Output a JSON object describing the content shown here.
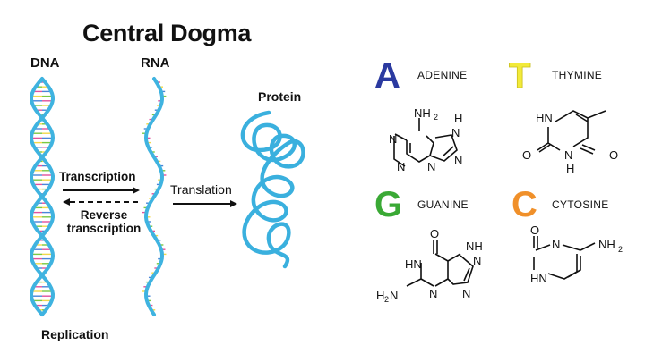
{
  "title": "Central Dogma",
  "labels": {
    "dna": "DNA",
    "rna": "RNA",
    "protein": "Protein",
    "replication": "Replication",
    "transcription": "Transcription",
    "reverse_line1": "Reverse",
    "reverse_line2": "transcription",
    "translation": "Translation"
  },
  "bases": [
    {
      "letter": "A",
      "name": "ADENINE",
      "color": "#2b3aa0"
    },
    {
      "letter": "T",
      "name": "THYMINE",
      "color": "#f2ea3a"
    },
    {
      "letter": "G",
      "name": "GUANINE",
      "color": "#3aa935"
    },
    {
      "letter": "C",
      "name": "CYTOSINE",
      "color": "#f0902a"
    }
  ],
  "atoms": {
    "N": "N",
    "H": "H",
    "O": "O",
    "NH": "NH",
    "HN": "HN",
    "NH2_N": "NH",
    "two": "2",
    "H2N_H": "H",
    "H2N_N": "N"
  },
  "colors": {
    "helix": "#3fb3e0",
    "protein": "#3ab0de",
    "rung_colors": [
      "#e0529c",
      "#f2d84a",
      "#4a86d8",
      "#7ac943"
    ]
  }
}
